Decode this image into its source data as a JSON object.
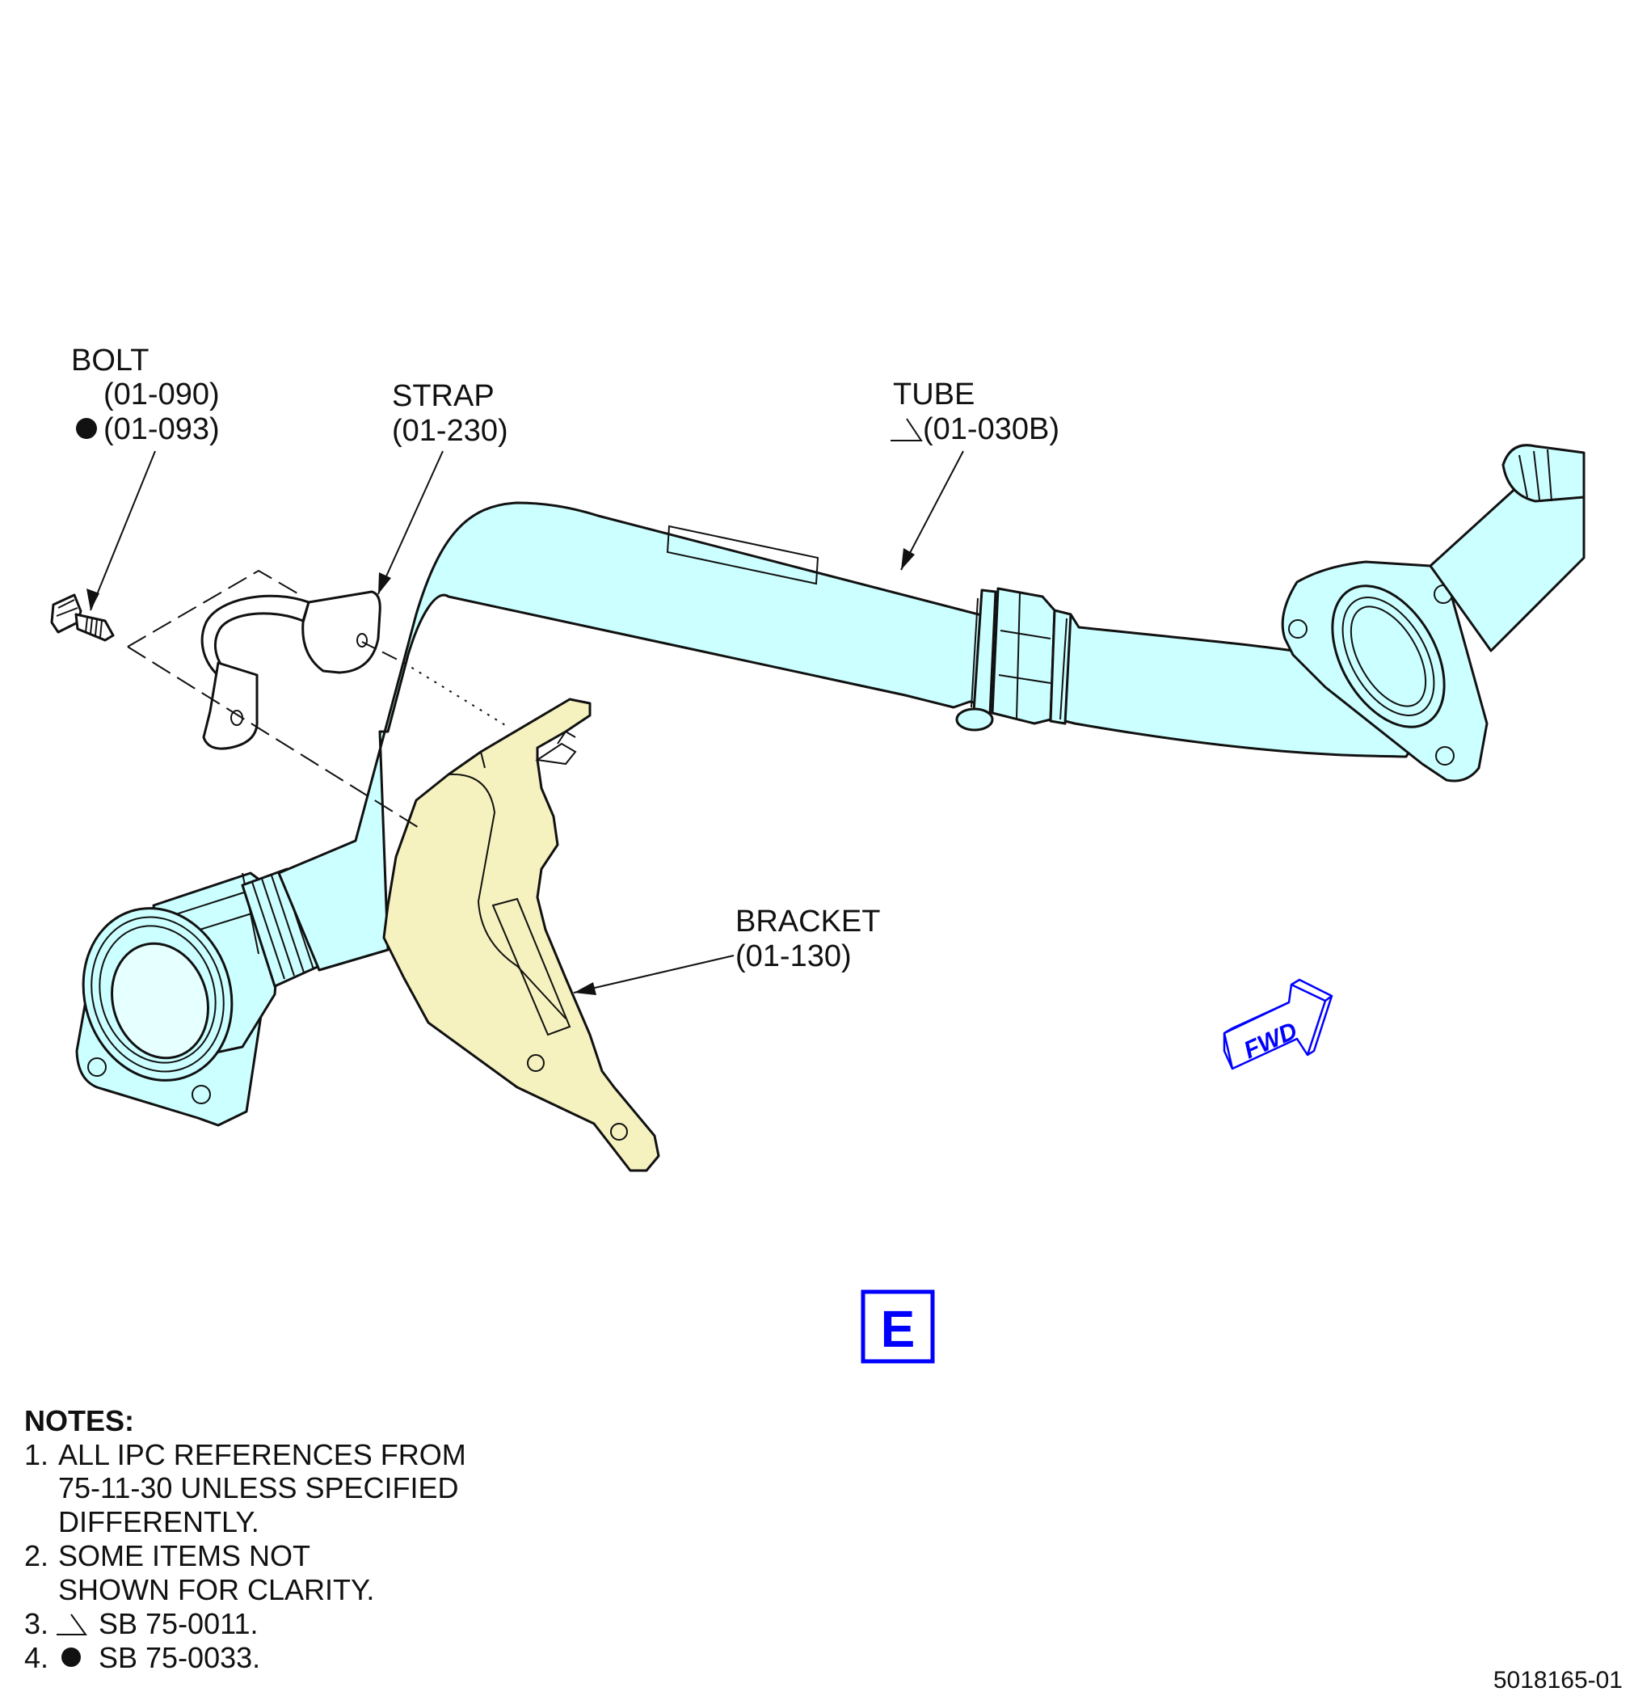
{
  "colors": {
    "tube_fill": "#ccffff",
    "bracket_fill": "#f6f2bf",
    "hardware_fill": "#ffffff",
    "outline": "#111111",
    "indicator_blue": "#0000ff"
  },
  "callouts": {
    "bolt": {
      "name": "BOLT",
      "ref_1": "(01-090)",
      "ref_2": "(01-093)",
      "ref_2_marker": "bullet-icon"
    },
    "strap": {
      "name": "STRAP",
      "ref_1": "(01-230)"
    },
    "tube": {
      "name": "TUBE",
      "ref_1": "(01-030B)",
      "ref_1_marker": "triangle-flag-icon"
    },
    "bracket": {
      "name": "BRACKET",
      "ref_1": "(01-130)"
    }
  },
  "fwd_indicator": {
    "label": "FWD",
    "icon": "forward-arrow-icon"
  },
  "view_label": "E",
  "notes": {
    "title": "NOTES:",
    "item1": {
      "num": "1.",
      "line1": "ALL IPC REFERENCES FROM",
      "line2": "75-11-30 UNLESS SPECIFIED",
      "line3": "DIFFERENTLY."
    },
    "item2": {
      "num": "2.",
      "line1": "SOME ITEMS NOT",
      "line2": "SHOWN FOR CLARITY."
    },
    "item3": {
      "num": "3.",
      "marker": "triangle-flag-icon",
      "text": "SB 75-0011."
    },
    "item4": {
      "num": "4.",
      "marker": "bullet-icon",
      "text": "SB 75-0033."
    }
  },
  "drawing_number": "5018165-01"
}
